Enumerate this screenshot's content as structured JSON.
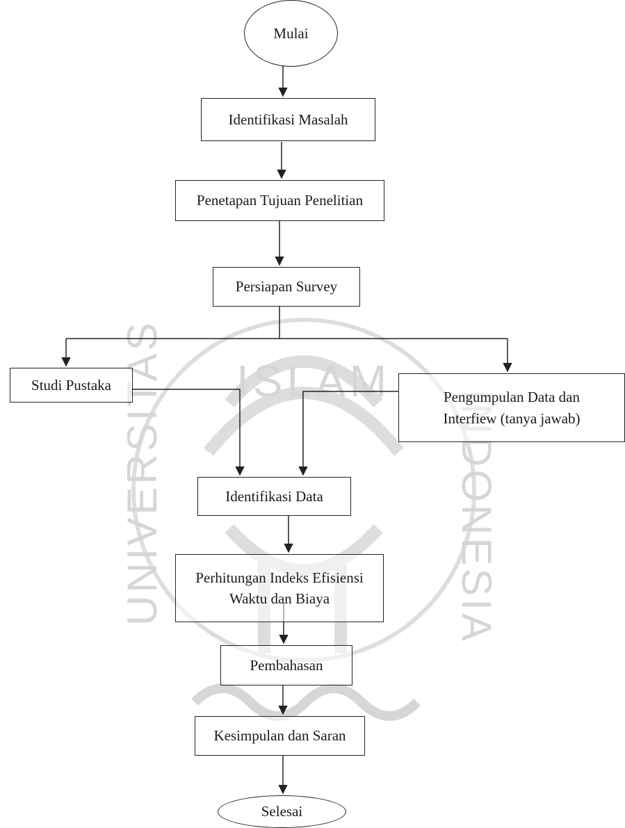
{
  "watermark": {
    "top_text": "ISLAM",
    "left_text": "UNIVERSITAS",
    "right_text": "INDONESIA",
    "color": "#d9d9d9"
  },
  "flowchart": {
    "start": "Mulai",
    "identifikasi_masalah": "Identifikasi Masalah",
    "penetapan_tujuan": "Penetapan Tujuan Penelitian",
    "persiapan_survey": "Persiapan Survey",
    "studi_pustaka": "Studi Pustaka",
    "pengumpulan_data": "Pengumpulan Data dan\nInterfiew (tanya jawab)",
    "identifikasi_data": "Identifikasi Data",
    "perhitungan": "Perhitungan Indeks Efisiensi\nWaktu dan Biaya",
    "pembahasan": "Pembahasan",
    "kesimpulan": "Kesimpulan dan Saran",
    "end": "Selesai"
  },
  "colors": {
    "line": "#222222"
  }
}
